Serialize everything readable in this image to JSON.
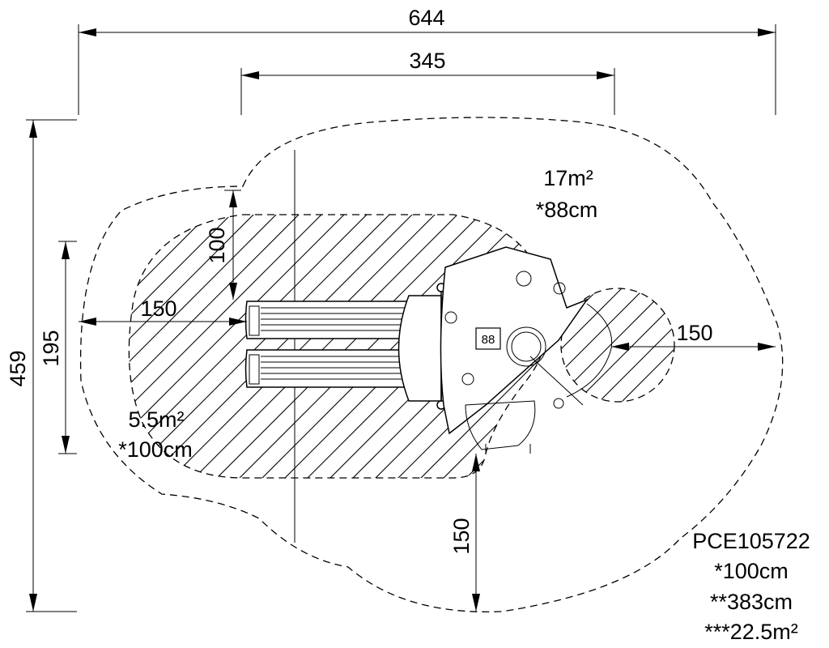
{
  "dimensions": {
    "overall_width": "644",
    "module_width": "345",
    "overall_depth": "459",
    "slide_depth": "195",
    "offset_100": "100",
    "clear_left": "150",
    "clear_right": "150",
    "clear_bottom": "150"
  },
  "zones": {
    "outer_area": "17m²",
    "outer_height": "*88cm",
    "inner_area": "5.5m²",
    "inner_height": "*100cm"
  },
  "equipment": {
    "badge": "88"
  },
  "info": {
    "code": "PCE105722",
    "line1": "*100cm",
    "line2": "**383cm",
    "line3": "***22.5m²"
  }
}
